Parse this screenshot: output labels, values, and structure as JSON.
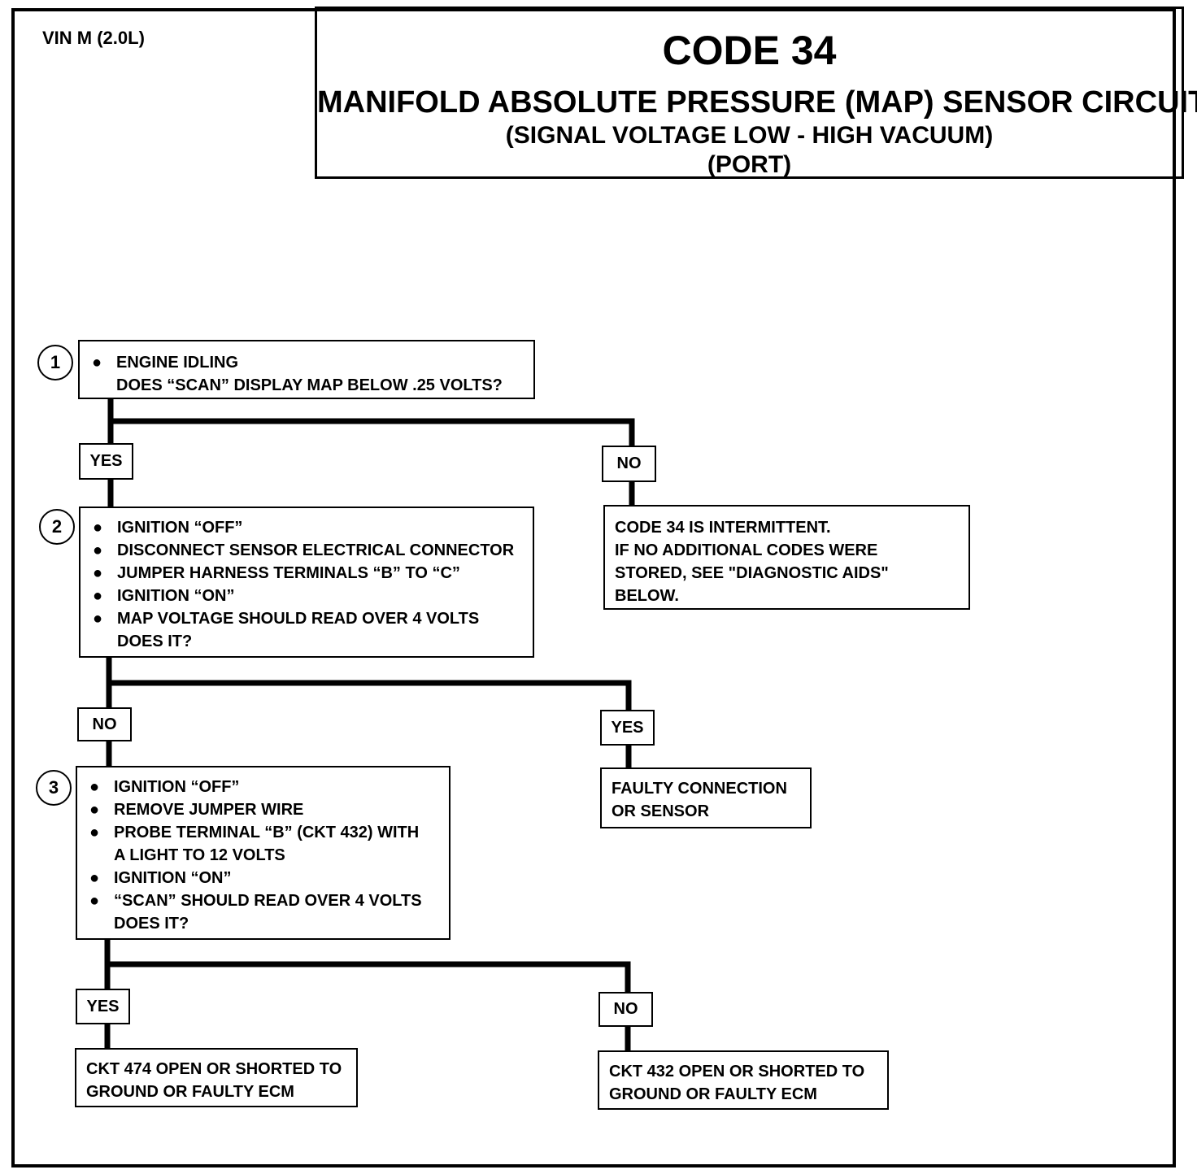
{
  "header": {
    "vin": "VIN M (2.0L)",
    "code": "CODE 34",
    "title": "MANIFOLD ABSOLUTE PRESSURE (MAP) SENSOR CIRCUIT",
    "subtitle1": "(SIGNAL VOLTAGE LOW - HIGH VACUUM)",
    "subtitle2": "(PORT)"
  },
  "steps": [
    {
      "number": "1",
      "bullets": [
        "ENGINE IDLING",
        "DOES “SCAN” DISPLAY MAP BELOW .25 VOLTS?"
      ]
    },
    {
      "number": "2",
      "bullets": [
        "IGNITION “OFF”",
        "DISCONNECT SENSOR ELECTRICAL CONNECTOR",
        "JUMPER HARNESS TERMINALS “B” TO “C”",
        "IGNITION “ON”",
        "MAP VOLTAGE SHOULD READ OVER 4 VOLTS",
        "DOES IT?"
      ]
    },
    {
      "number": "3",
      "bullets": [
        "IGNITION “OFF”",
        "REMOVE JUMPER WIRE",
        "PROBE TERMINAL “B” (CKT 432) WITH",
        "A LIGHT TO 12 VOLTS",
        "IGNITION “ON”",
        "“SCAN” SHOULD READ OVER 4 VOLTS",
        "DOES IT?"
      ]
    }
  ],
  "labels": {
    "s1_yes": "YES",
    "s1_no": "NO",
    "s2_no": "NO",
    "s2_yes": "YES",
    "s3_yes": "YES",
    "s3_no": "NO"
  },
  "results": {
    "intermittent": [
      "CODE 34 IS INTERMITTENT.",
      "IF NO ADDITIONAL CODES WERE",
      "STORED, SEE \"DIAGNOSTIC AIDS\"",
      "BELOW."
    ],
    "faulty_sensor": [
      "FAULTY CONNECTION",
      "OR SENSOR"
    ],
    "ckt474": [
      "CKT 474 OPEN OR SHORTED TO",
      "GROUND OR FAULTY ECM"
    ],
    "ckt432": [
      "CKT 432 OPEN OR SHORTED TO",
      "GROUND OR FAULTY ECM"
    ]
  }
}
